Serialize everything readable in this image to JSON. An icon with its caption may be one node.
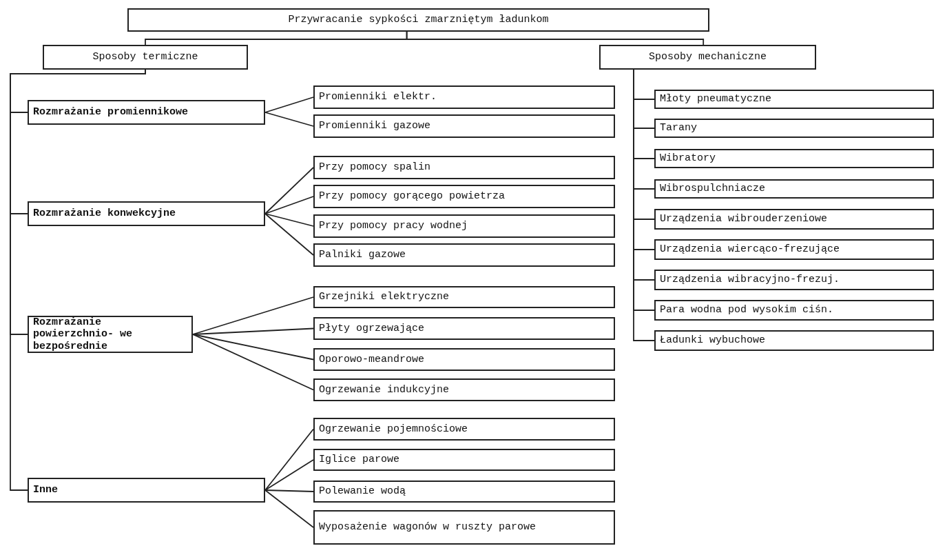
{
  "diagram": {
    "nodes": [
      {
        "text": [
          "Przywracanie sypkości zmarzniętym ładunkom"
        ]
      },
      {
        "text": [
          "Sposoby termiczne"
        ]
      },
      {
        "text": [
          "Sposoby mechaniczne"
        ]
      },
      {
        "text": [
          "Rozmrażanie promiennikowe"
        ]
      },
      {
        "text": [
          "Promienniki elektr."
        ]
      },
      {
        "text": [
          "Promienniki gazowe"
        ]
      },
      {
        "text": [
          "Rozmrażanie konwekcyjne"
        ]
      },
      {
        "text": [
          "Przy pomocy spalin"
        ]
      },
      {
        "text": [
          "Przy pomocy gorącego powietrza"
        ]
      },
      {
        "text": [
          "Przy pomocy pracy wodnej"
        ]
      },
      {
        "text": [
          "Palniki gazowe"
        ]
      },
      {
        "text": [
          "Rozmrażanie powierzchnio- we bezpośrednie"
        ]
      },
      {
        "text": [
          "Grzejniki elektryczne"
        ]
      },
      {
        "text": [
          "Płyty ogrzewające"
        ]
      },
      {
        "text": [
          "Oporowo-meandrowe"
        ]
      },
      {
        "text": [
          "Ogrzewanie indukcyjne"
        ]
      },
      {
        "text": [
          "Inne"
        ]
      },
      {
        "text": [
          "Ogrzewanie pojemnościowe"
        ]
      },
      {
        "text": [
          "Iglice parowe"
        ]
      },
      {
        "text": [
          "Polewanie wodą"
        ]
      },
      {
        "text": [
          "Wyposażenie wagonów w ruszty parowe"
        ]
      },
      {
        "text": [
          "Młoty pneumatyczne"
        ]
      },
      {
        "text": [
          "Tarany"
        ]
      },
      {
        "text": [
          "Wibratory"
        ]
      },
      {
        "text": [
          "Wibrospulchniacze"
        ]
      },
      {
        "text": [
          "Urządzenia wibrouderzeniowe"
        ]
      },
      {
        "text": [
          "Urządzenia wiercąco-frezujące"
        ]
      },
      {
        "text": [
          "Urządzenia wibracyjno-frezuj."
        ]
      },
      {
        "text": [
          "Para wodna pod wysokim ciśn."
        ]
      },
      {
        "text": [
          "Ładunki wybuchowe"
        ]
      }
    ],
    "edges": [
      {
        "from": 0,
        "to": 1,
        "arrow": "none"
      },
      {
        "from": 0,
        "to": 2,
        "arrow": "none"
      },
      {
        "from": 1,
        "to": 3,
        "arrow": "none"
      },
      {
        "from": 1,
        "to": 6,
        "arrow": "none"
      },
      {
        "from": 1,
        "to": 11,
        "arrow": "none"
      },
      {
        "from": 1,
        "to": 16,
        "arrow": "none"
      },
      {
        "from": 3,
        "to": 4,
        "arrow": "none"
      },
      {
        "from": 3,
        "to": 5,
        "arrow": "none"
      },
      {
        "from": 6,
        "to": 7,
        "arrow": "none"
      },
      {
        "from": 6,
        "to": 8,
        "arrow": "none"
      },
      {
        "from": 6,
        "to": 9,
        "arrow": "none"
      },
      {
        "from": 6,
        "to": 10,
        "arrow": "none"
      },
      {
        "from": 11,
        "to": 12,
        "arrow": "none"
      },
      {
        "from": 11,
        "to": 13,
        "arrow": "none"
      },
      {
        "from": 11,
        "to": 14,
        "arrow": "none"
      },
      {
        "from": 11,
        "to": 15,
        "arrow": "none"
      },
      {
        "from": 16,
        "to": 17,
        "arrow": "none"
      },
      {
        "from": 16,
        "to": 18,
        "arrow": "none"
      },
      {
        "from": 16,
        "to": 19,
        "arrow": "none"
      },
      {
        "from": 16,
        "to": 20,
        "arrow": "none"
      },
      {
        "from": 2,
        "to": 21,
        "arrow": "none"
      },
      {
        "from": 2,
        "to": 22,
        "arrow": "none"
      },
      {
        "from": 2,
        "to": 23,
        "arrow": "none"
      },
      {
        "from": 2,
        "to": 24,
        "arrow": "none"
      },
      {
        "from": 2,
        "to": 25,
        "arrow": "none"
      },
      {
        "from": 2,
        "to": 26,
        "arrow": "none"
      },
      {
        "from": 2,
        "to": 27,
        "arrow": "none"
      },
      {
        "from": 2,
        "to": 28,
        "arrow": "none"
      },
      {
        "from": 2,
        "to": 29,
        "arrow": "none"
      }
    ]
  }
}
